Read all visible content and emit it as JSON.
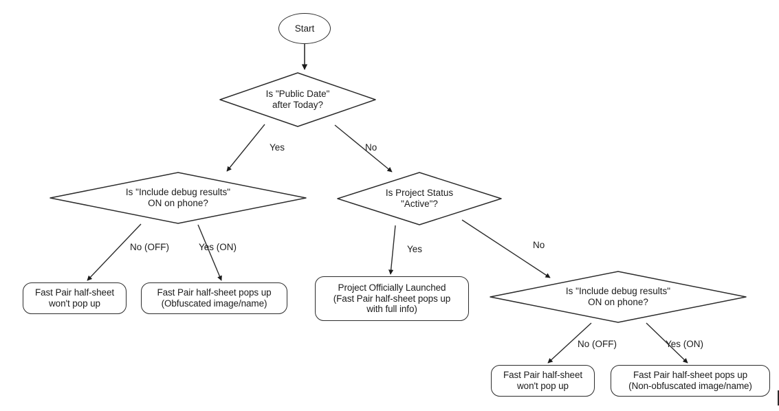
{
  "diagram": {
    "type": "flowchart",
    "title": "Fast Pair half-sheet decision flow",
    "stroke_color": "#2b2b2b",
    "text_color": "#1b1b1b",
    "background": "#ffffff"
  },
  "nodes": {
    "start": {
      "label": "Start",
      "shape": "ellipse"
    },
    "d1": {
      "label": "Is \"Public Date\"\nafter Today?",
      "shape": "diamond"
    },
    "d2": {
      "label": "Is \"Include debug results\"\nON on phone?",
      "shape": "diamond"
    },
    "d3": {
      "label": "Is Project Status\n\"Active\"?",
      "shape": "diamond"
    },
    "d4": {
      "label": "Is \"Include debug results\"\nON on phone?",
      "shape": "diamond"
    },
    "t1": {
      "label": "Fast Pair half-sheet\nwon't pop up",
      "shape": "rounded-rect"
    },
    "t2": {
      "label": "Fast Pair half-sheet pops up\n(Obfuscated image/name)",
      "shape": "rounded-rect"
    },
    "t3": {
      "label": "Project Officially Launched\n(Fast Pair half-sheet pops up\nwith full info)",
      "shape": "rounded-rect"
    },
    "t4": {
      "label": "Fast Pair half-sheet\nwon't pop up",
      "shape": "rounded-rect"
    },
    "t5": {
      "label": "Fast Pair half-sheet pops up\n(Non-obfuscated image/name)",
      "shape": "rounded-rect"
    }
  },
  "edges": [
    {
      "from": "start",
      "to": "d1",
      "label": ""
    },
    {
      "from": "d1",
      "to": "d2",
      "label": "Yes"
    },
    {
      "from": "d1",
      "to": "d3",
      "label": "No"
    },
    {
      "from": "d2",
      "to": "t1",
      "label": "No (OFF)"
    },
    {
      "from": "d2",
      "to": "t2",
      "label": "Yes (ON)"
    },
    {
      "from": "d3",
      "to": "t3",
      "label": "Yes"
    },
    {
      "from": "d3",
      "to": "d4",
      "label": "No"
    },
    {
      "from": "d4",
      "to": "t4",
      "label": "No (OFF)"
    },
    {
      "from": "d4",
      "to": "t5",
      "label": "Yes (ON)"
    }
  ],
  "edge_labels": {
    "d1_yes": "Yes",
    "d1_no": "No",
    "d2_no": "No (OFF)",
    "d2_yes": "Yes (ON)",
    "d3_yes": "Yes",
    "d3_no": "No",
    "d4_no": "No (OFF)",
    "d4_yes": "Yes (ON)"
  }
}
